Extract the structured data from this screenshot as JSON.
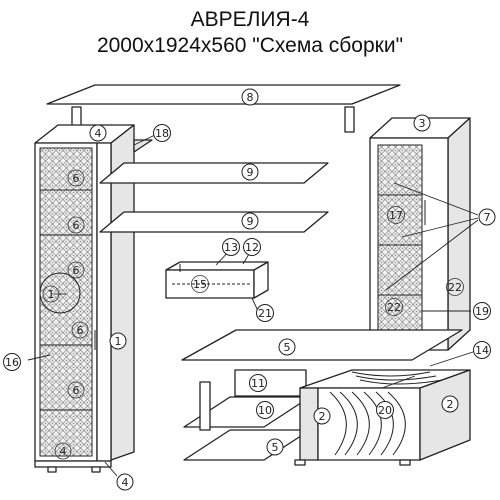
{
  "header": {
    "model": "АВРЕЛИЯ-4",
    "subtitle": "2000x1924x560 \"Схема сборки\""
  },
  "callouts": [
    {
      "id": "c8",
      "label": "8"
    },
    {
      "id": "c4a",
      "label": "4"
    },
    {
      "id": "c18",
      "label": "18"
    },
    {
      "id": "c3",
      "label": "3"
    },
    {
      "id": "c9a",
      "label": "9"
    },
    {
      "id": "c9b",
      "label": "9"
    },
    {
      "id": "c6a",
      "label": "6"
    },
    {
      "id": "c6b",
      "label": "6"
    },
    {
      "id": "c6c",
      "label": "6"
    },
    {
      "id": "c6d",
      "label": "6"
    },
    {
      "id": "c6e",
      "label": "6"
    },
    {
      "id": "c1a",
      "label": "1"
    },
    {
      "id": "c1b",
      "label": "1"
    },
    {
      "id": "c16",
      "label": "16"
    },
    {
      "id": "c4b",
      "label": "4"
    },
    {
      "id": "c4c",
      "label": "4"
    },
    {
      "id": "c13",
      "label": "13"
    },
    {
      "id": "c12",
      "label": "12"
    },
    {
      "id": "c15",
      "label": "15"
    },
    {
      "id": "c21",
      "label": "21"
    },
    {
      "id": "c17",
      "label": "17"
    },
    {
      "id": "c7",
      "label": "7"
    },
    {
      "id": "c22a",
      "label": "22"
    },
    {
      "id": "c22b",
      "label": "22"
    },
    {
      "id": "c19",
      "label": "19"
    },
    {
      "id": "c5a",
      "label": "5"
    },
    {
      "id": "c14",
      "label": "14"
    },
    {
      "id": "c11",
      "label": "11"
    },
    {
      "id": "c10",
      "label": "10"
    },
    {
      "id": "c2a",
      "label": "2"
    },
    {
      "id": "c20",
      "label": "20"
    },
    {
      "id": "c2b",
      "label": "2"
    },
    {
      "id": "c5b",
      "label": "5"
    }
  ]
}
